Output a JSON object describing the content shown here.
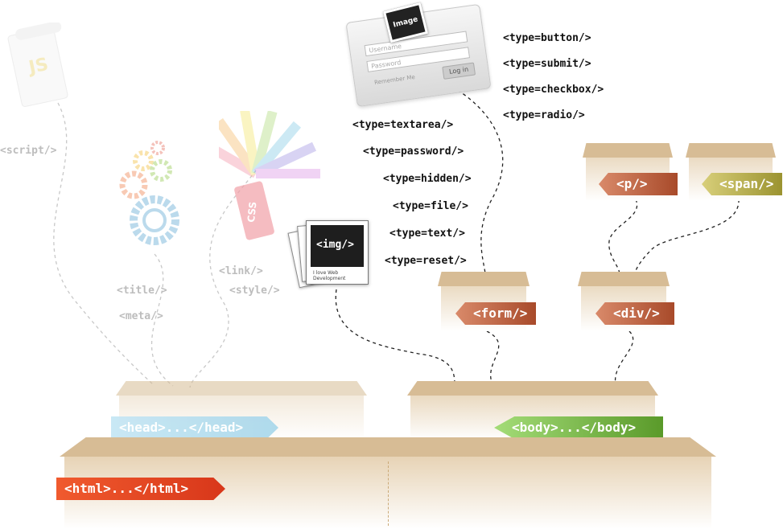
{
  "labels": {
    "script": "<script/>",
    "title": "<title/>",
    "meta": "<meta/>",
    "link": "<link/>",
    "style": "<style/>",
    "textarea": "<type=textarea/>",
    "password": "<type=password/>",
    "hidden": "<type=hidden/>",
    "file": "<type=file/>",
    "text": "<type=text/>",
    "reset": "<type=reset/>",
    "button": "<type=button/>",
    "submit": "<type=submit/>",
    "checkbox": "<type=checkbox/>",
    "radio": "<type=radio/>"
  },
  "tags": {
    "html": "<html>...</html>",
    "head": "<head>...</head>",
    "body": "<body>...</body>",
    "form": "<form/>",
    "div": "<div/>",
    "p": "<p/>",
    "span": "<span/>",
    "img": "<img/>"
  },
  "icons": {
    "js": "JS",
    "css": "CSS",
    "image_caption": "I love Web Development",
    "login_badge": "Image",
    "login_username": "Username",
    "login_password": "Password",
    "login_remember": "Remember Me",
    "login_button": "Log in"
  },
  "colors": {
    "html": "#e2401f",
    "head": "#a8d8ec",
    "body": "#7fc24a",
    "form": "#b45a3a",
    "div": "#b45a3a",
    "p": "#b45a3a",
    "span": "#a8a040"
  }
}
